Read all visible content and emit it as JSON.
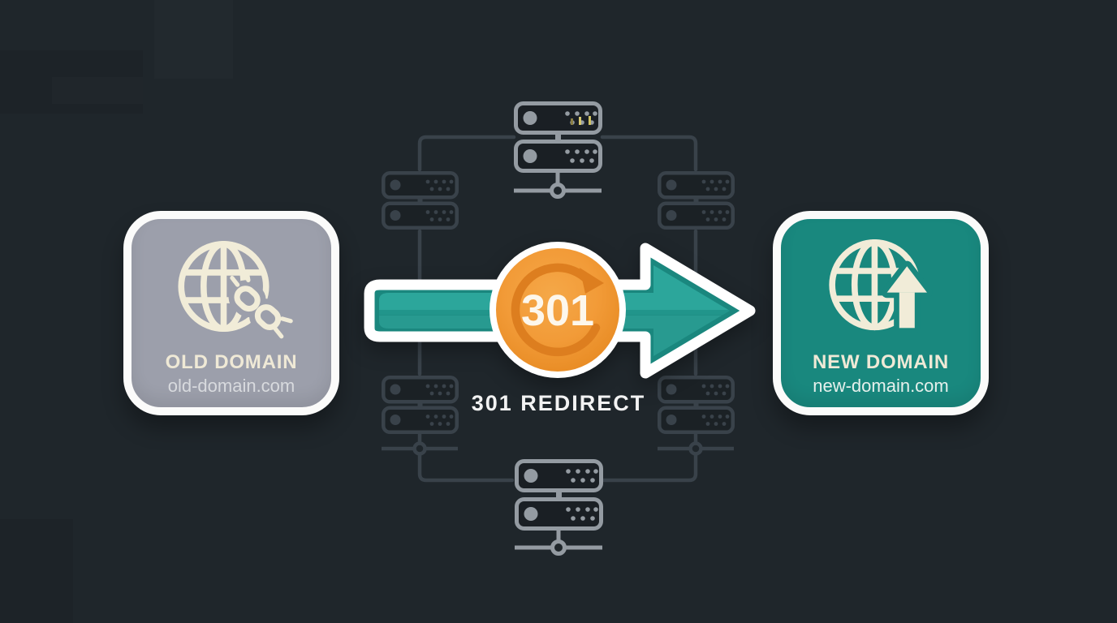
{
  "scene": {
    "type": "infographic-diagram",
    "topic": "301 redirect from an old domain to a new domain"
  },
  "cards": {
    "old": {
      "title": "OLD DOMAIN",
      "subtitle": "old-domain.com",
      "fill_color": "#9c9fab",
      "icon": "globe-broken-link-icon"
    },
    "new": {
      "title": "NEW DOMAIN",
      "subtitle": "new-domain.com",
      "fill_color": "#19887e",
      "icon": "globe-upgrade-arrow-icon"
    }
  },
  "redirect": {
    "badge_code": "301",
    "label": "301 REDIRECT",
    "badge_color": "#f29b38",
    "badge_ring_color": "#ffffff",
    "refresh_arrow_color": "#dd7e1f",
    "arrow_fill_color": "#2ca69b",
    "arrow_border_color": "#1a877e",
    "arrow_outline_color": "#ffffff",
    "icon": "refresh-cycle-icon"
  },
  "background": {
    "color": "#1f262b",
    "line_color": "#39424a",
    "bright_server_color": "#949ba2",
    "led_accent_color": "#d8c96f",
    "decorations": [
      "server-stack-top-center",
      "server-stack-top-left",
      "server-stack-top-right",
      "server-stack-bottom-left",
      "server-stack-bottom-right",
      "server-stack-bottom-center",
      "network-node-icons",
      "connector-lines"
    ]
  },
  "colors": {
    "cream": "#efe9d6",
    "white": "#ffffff",
    "teal": "#19887e",
    "gray": "#9c9fab",
    "orange": "#f29b38",
    "background": "#1f262b"
  }
}
